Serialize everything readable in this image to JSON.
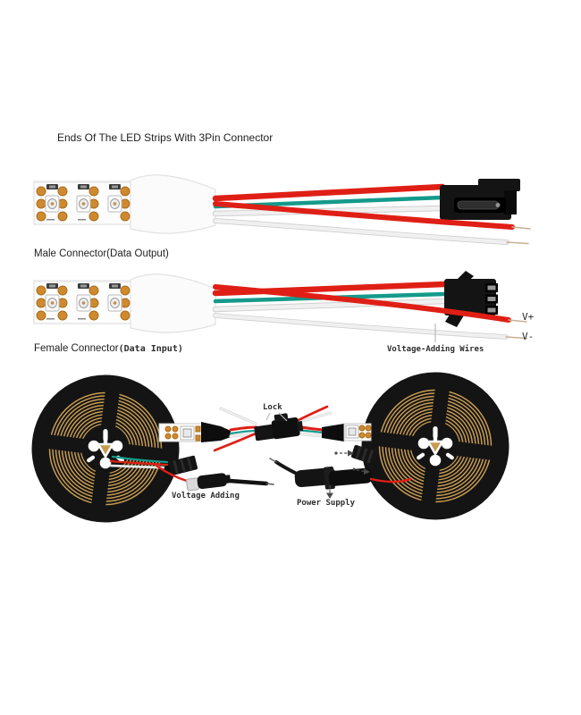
{
  "labels": {
    "title": "Ends Of The LED Strips With 3Pin Connector",
    "male_connector": "Male Connector(Data Output)",
    "female_connector": "Female Connector",
    "female_connector_note": "(Data Input)",
    "voltage_adding_wires": "Voltage-Adding Wires",
    "v_plus": "V+",
    "v_minus": "V-",
    "lock": "Lock",
    "voltage_adding": "Voltage Adding",
    "power_supply": "Power Supply"
  },
  "colors": {
    "wire_red": "#df1f15",
    "wire_green": "#149a8b",
    "wire_white": "#f0f0f0",
    "wire_white_edge": "#cfcfcf",
    "wire_tip": "#c9b093",
    "connector_black": "#141414",
    "pad_orange": "#cf8a2e",
    "pad_orange_edge": "#a96d1e",
    "coil_amber": "#c79b52",
    "reel_black": "#141414",
    "text_primary": "#1f1f1f",
    "text_mono": "#2e2e2e",
    "leader_gray": "#b9b9b9",
    "arrow_gray": "#4a4a4a"
  }
}
